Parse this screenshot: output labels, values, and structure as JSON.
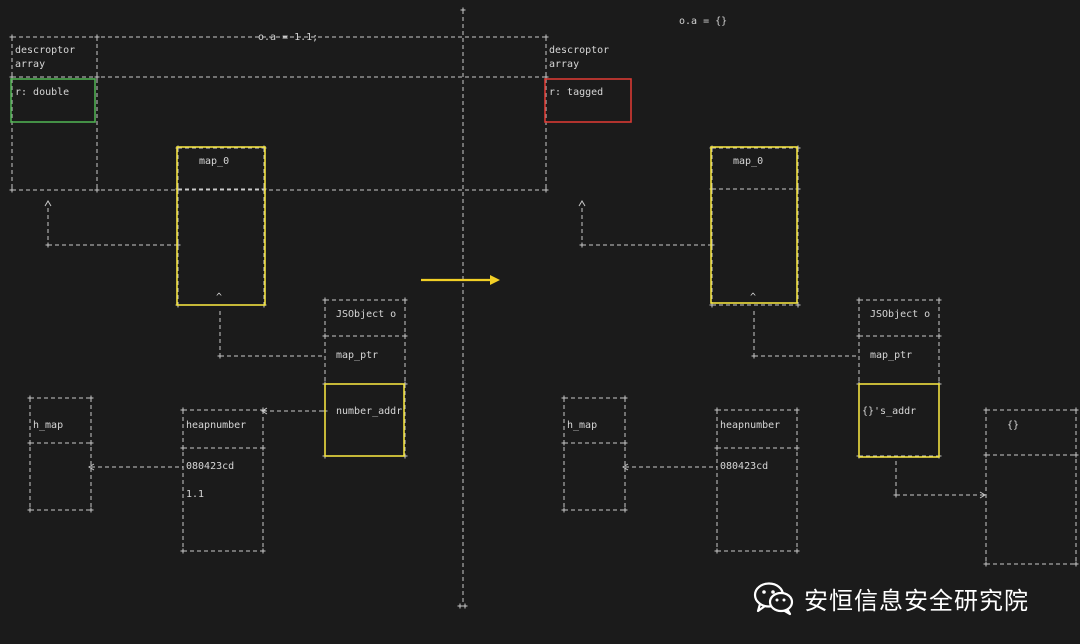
{
  "colors": {
    "background": "#1b1b1b",
    "ascii_line": "#c8c8c8",
    "text": "#d6d6d6",
    "highlight_map": "#f0e040",
    "highlight_double": "#4fae52",
    "highlight_tagged": "#d83a34",
    "arrow": "#f2d026",
    "watermark": "#ffffff"
  },
  "left": {
    "code": "o.a = 1.1;",
    "descriptor_array": {
      "line1": "descroptor",
      "line2": "array",
      "field": "r: double"
    },
    "map": {
      "label": "map_0",
      "caret": "^"
    },
    "jsobject": {
      "title": "JSObject o",
      "map_ptr": "map_ptr",
      "slot": "number_addr"
    },
    "h_map": {
      "label": "h_map"
    },
    "heapnumber": {
      "title": "heapnumber",
      "map_value": "080423cd",
      "value": "1.1"
    }
  },
  "right": {
    "code": "o.a = {}",
    "descriptor_array": {
      "line1": "descroptor",
      "line2": "array",
      "field": "r: tagged"
    },
    "map": {
      "label": "map_0",
      "caret": "^"
    },
    "jsobject": {
      "title": "JSObject o",
      "map_ptr": "map_ptr",
      "slot": "{}'s_addr"
    },
    "h_map": {
      "label": "h_map"
    },
    "heapnumber": {
      "title": "heapnumber",
      "map_value": "080423cd"
    },
    "empty_object": {
      "label": "{}"
    }
  },
  "transition_arrow_icon": "arrow-right-icon",
  "watermark": {
    "icon": "wechat-icon",
    "text": "安恒信息安全研究院"
  }
}
